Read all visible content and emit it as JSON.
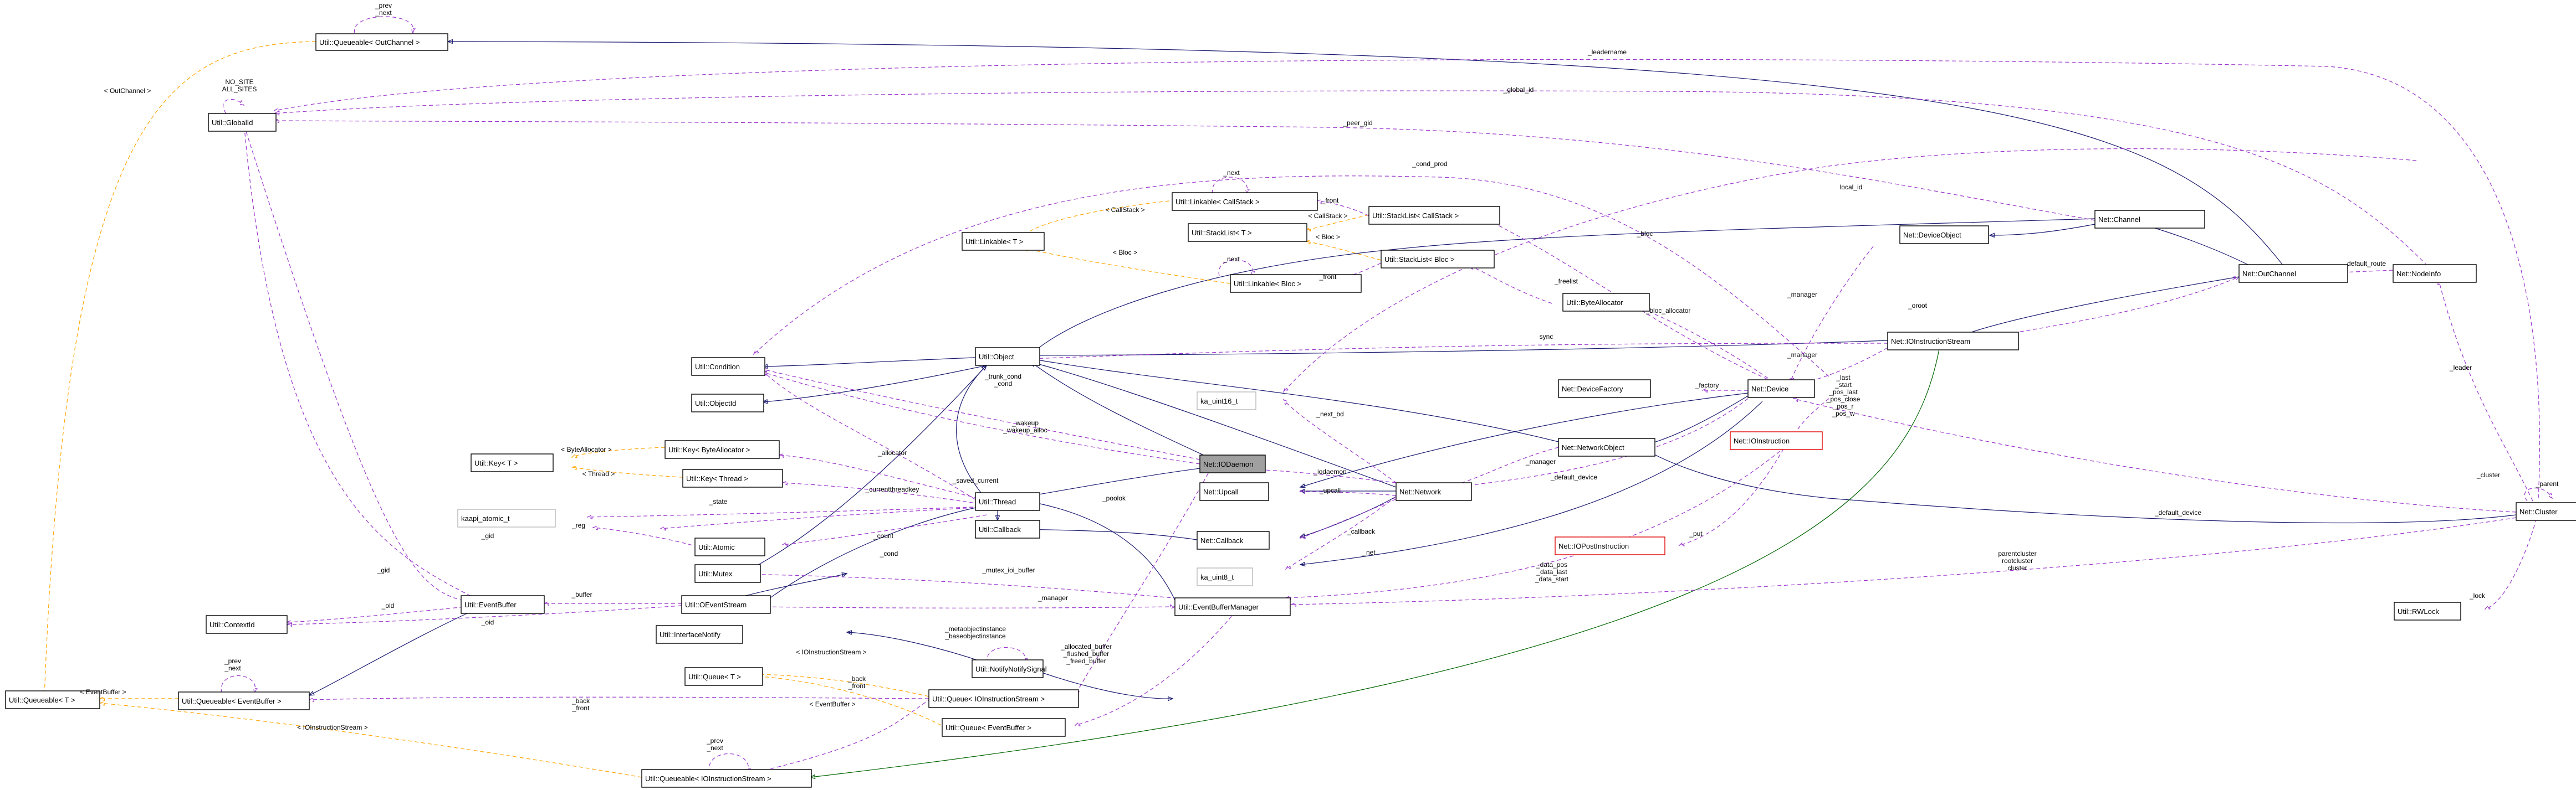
{
  "nodes": {
    "queueable_outchannel": "Util::Queueable< OutChannel >",
    "globalid": "Util::GlobalId",
    "linkable_callstack": "Util::Linkable< CallStack >",
    "stacklist_callstack": "Util::StackList< CallStack >",
    "linkable_t": "Util::Linkable< T >",
    "stacklist_t": "Util::StackList< T >",
    "stacklist_bloc": "Util::StackList< Bloc >",
    "linkable_bloc": "Util::Linkable< Bloc >",
    "byteallocator": "Util::ByteAllocator",
    "channel": "Net::Channel",
    "deviceobject": "Net::DeviceObject",
    "outchannel": "Net::OutChannel",
    "nodeinfo": "Net::NodeInfo",
    "iostream": "Net::IOInstructionStream",
    "condition": "Util::Condition",
    "object": "Util::Object",
    "objectid": "Util::ObjectId",
    "devicefactory": "Net::DeviceFactory",
    "device": "Net::Device",
    "uint16": "ka_uint16_t",
    "key_t": "Util::Key< T >",
    "key_byteallocator": "Util::Key< ByteAllocator >",
    "iodaemon": "Net::IODaemon",
    "networkobject": "Net::NetworkObject",
    "ioinstruction": "Net::IOInstruction",
    "key_thread": "Util::Key< Thread >",
    "upcall": "Net::Upcall",
    "thread": "Util::Thread",
    "network": "Net::Network",
    "kaapi_atomic": "kaapi_atomic_t",
    "callback_util": "Util::Callback",
    "atomic": "Util::Atomic",
    "callback_net": "Net::Callback",
    "iopostinstruction": "Net::IOPostInstruction",
    "mutex": "Util::Mutex",
    "uint8": "ka_uint8_t",
    "eventbuffer": "Util::EventBuffer",
    "oeventstream": "Util::OEventStream",
    "ebmanager": "Util::EventBufferManager",
    "contextid": "Util::ContextId",
    "interfacenotify": "Util::InterfaceNotify",
    "cluster": "Net::Cluster",
    "rwlock": "Util::RWLock",
    "queue_t": "Util::Queue< T >",
    "notifysignal": "Util::NotifyNotifySignal",
    "queueable_t": "Util::Queueable< T >",
    "queueable_eventbuffer": "Util::Queueable< EventBuffer >",
    "queue_iostream": "Util::Queue< IOInstructionStream >",
    "queue_eventbuffer": "Util::Queue< EventBuffer >",
    "queueable_iostream": "Util::Queueable< IOInstructionStream >"
  },
  "labels": {
    "prev_next_outchannel": "_prev\n_next",
    "lt_outchannel": "< OutChannel >",
    "leadername": "_leadername",
    "global_id": "_global_id",
    "no_site": "NO_SITE\nALL_SITES",
    "peer_gid": "_peer_gid",
    "cond_prod": "_cond_prod",
    "next_callstack": "_next",
    "front_callstack": "_front",
    "lt_callstack": "< CallStack >",
    "lt_callstack2": "< CallStack >",
    "local_id": "local_id",
    "lt_bloc": "< Bloc >",
    "lt_bloc2": "< Bloc >",
    "next_bloc": "_next",
    "front_bloc": "_front",
    "bloc": "_bloc",
    "freelist": "_freelist",
    "default_route": "default_route",
    "sync": "sync",
    "bloc_allocator": "_bloc_allocator",
    "manager_devobj": "_manager",
    "oroot": "_oroot",
    "manager_dev": "_manager",
    "factory": "_factory",
    "leader": "_leader",
    "trunk_cond": "_trunk_cond\n_cond",
    "next_bd": "_next_bd",
    "last_group": "_last\n_start\n_pos_last\n_pos_close\n_pos_r\n_pos_w",
    "wakeup": "_wakeup\n_wakeup_alloc",
    "lt_byteallocator": "< ByteAllocator >",
    "allocator": "_allocator",
    "lt_thread": "< Thread >",
    "saved_current": "_saved_current",
    "current_ready": "_currentthreadkey",
    "iodaemon_lbl": "_iodaemon",
    "manager_net": "_manager",
    "default_device": "_default_device",
    "upcall_lbl": "_upcall",
    "state": "_state",
    "poolok": "_poolok",
    "cluster_lbl": "_cluster",
    "parent": "_parent",
    "default_device2": "_default_device",
    "reg": "_reg",
    "count": "_count",
    "callback_lbl": "_callback",
    "gid": "_gid",
    "cond": "_cond",
    "net": "_net",
    "put": "_put",
    "lock": "_lock",
    "mutex_ioi": "_mutex_ioi_buffer",
    "data_group": "_data_pos\n_data_last\n_data_start",
    "parent_group": "parentcluster\nrootcluster\ncluster",
    "gid2": "_gid",
    "buffer": "_buffer",
    "oid": "_oid",
    "oid2": "_oid",
    "manager_oe": "_manager",
    "metaobj": "_metaobjectinstance\n_baseobjectinstance",
    "lt_iostream": "< IOInstructionStream >",
    "allocated_group": "_allocated_buffer\n_flushed_buffer\n_freed_buffer",
    "prev_next_eb": "_prev\n_next",
    "lt_eventbuffer": "< EventBuffer >",
    "back_front": "_back\n_front",
    "lt_eventbuffer2": "< EventBuffer >",
    "back_front2": "_back\n_front",
    "lt_iostream2": "< IOInstructionStream >",
    "prev_next_ios": "_prev\n_next"
  }
}
